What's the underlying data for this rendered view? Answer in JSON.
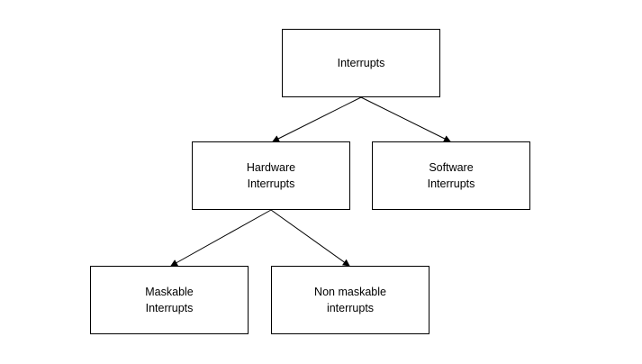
{
  "diagram": {
    "nodes": {
      "root": {
        "label": "Interrupts"
      },
      "hardware": {
        "label": "Hardware\nInterrupts"
      },
      "software": {
        "label": "Software\nInterrupts"
      },
      "maskable": {
        "label": "Maskable\nInterrupts"
      },
      "non_maskable": {
        "label": "Non maskable\ninterrupts"
      }
    },
    "edges": [
      {
        "from": "root",
        "to": "hardware"
      },
      {
        "from": "root",
        "to": "software"
      },
      {
        "from": "hardware",
        "to": "maskable"
      },
      {
        "from": "hardware",
        "to": "non_maskable"
      }
    ],
    "colors": {
      "stroke": "#000000",
      "fill": "#ffffff"
    }
  }
}
